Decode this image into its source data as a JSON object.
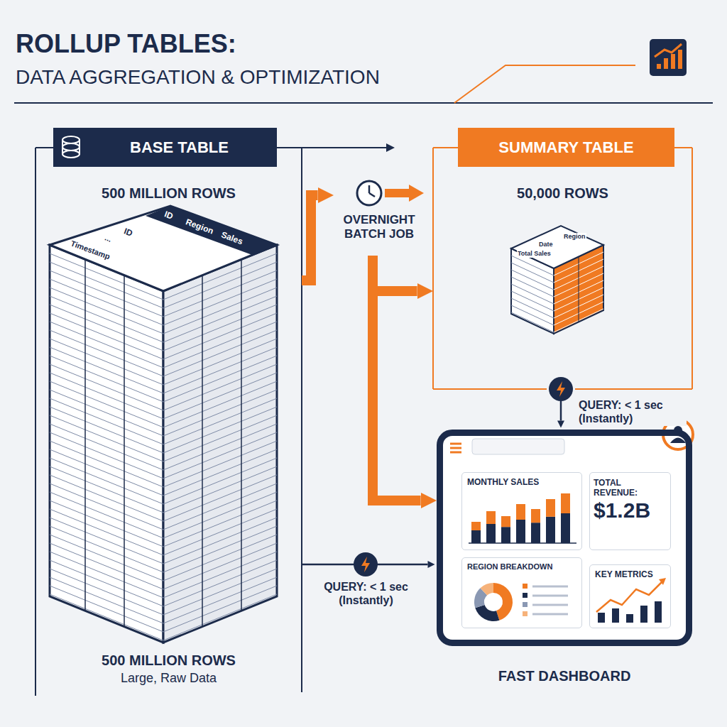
{
  "diagram": {
    "title": "ROLLUP TABLES:",
    "nodes": [
      {
        "text": [
          "BASE TABLE",
          "500 MILLION ROWS",
          "500 MILLION ROWS",
          "Large, Raw Data"
        ]
      },
      {
        "text": [
          "OVERNIGHT BATCH JOB"
        ]
      },
      {
        "text": [
          "SUMMARY TABLE",
          "50,000 ROWS"
        ]
      },
      {
        "text": [
          "FAST DASHBOARD"
        ]
      },
      {
        "text": [
          "MONTHLY SALES"
        ],
        "in": 3
      },
      {
        "text": [
          "TOTAL REVENUE:",
          "$1.2B"
        ],
        "in": 3
      },
      {
        "text": [
          "REGION BREAKDOWN"
        ],
        "in": 3
      },
      {
        "text": [
          "KEY METRICS"
        ],
        "in": 3
      }
    ],
    "edges": [
      {
        "from": 0,
        "to": 1,
        "arrow": "to"
      },
      {
        "from": 1,
        "to": 2,
        "arrow": "to"
      },
      {
        "from": 1,
        "to": 3,
        "arrow": "to"
      },
      {
        "from": 2,
        "to": 3,
        "label": "QUERY: < 1 sec (Instantly)",
        "arrow": "to"
      },
      {
        "from": 0,
        "to": 3,
        "label": "QUERY: < 1 sec (Instantly)",
        "arrow": "to"
      }
    ],
    "labels": [
      "DATA AGGREGATION & OPTIMIZATION",
      "ID",
      "Region",
      "Sales",
      "ID",
      "Timestamp",
      "...",
      "Region",
      "Date",
      "Total Sales"
    ]
  }
}
